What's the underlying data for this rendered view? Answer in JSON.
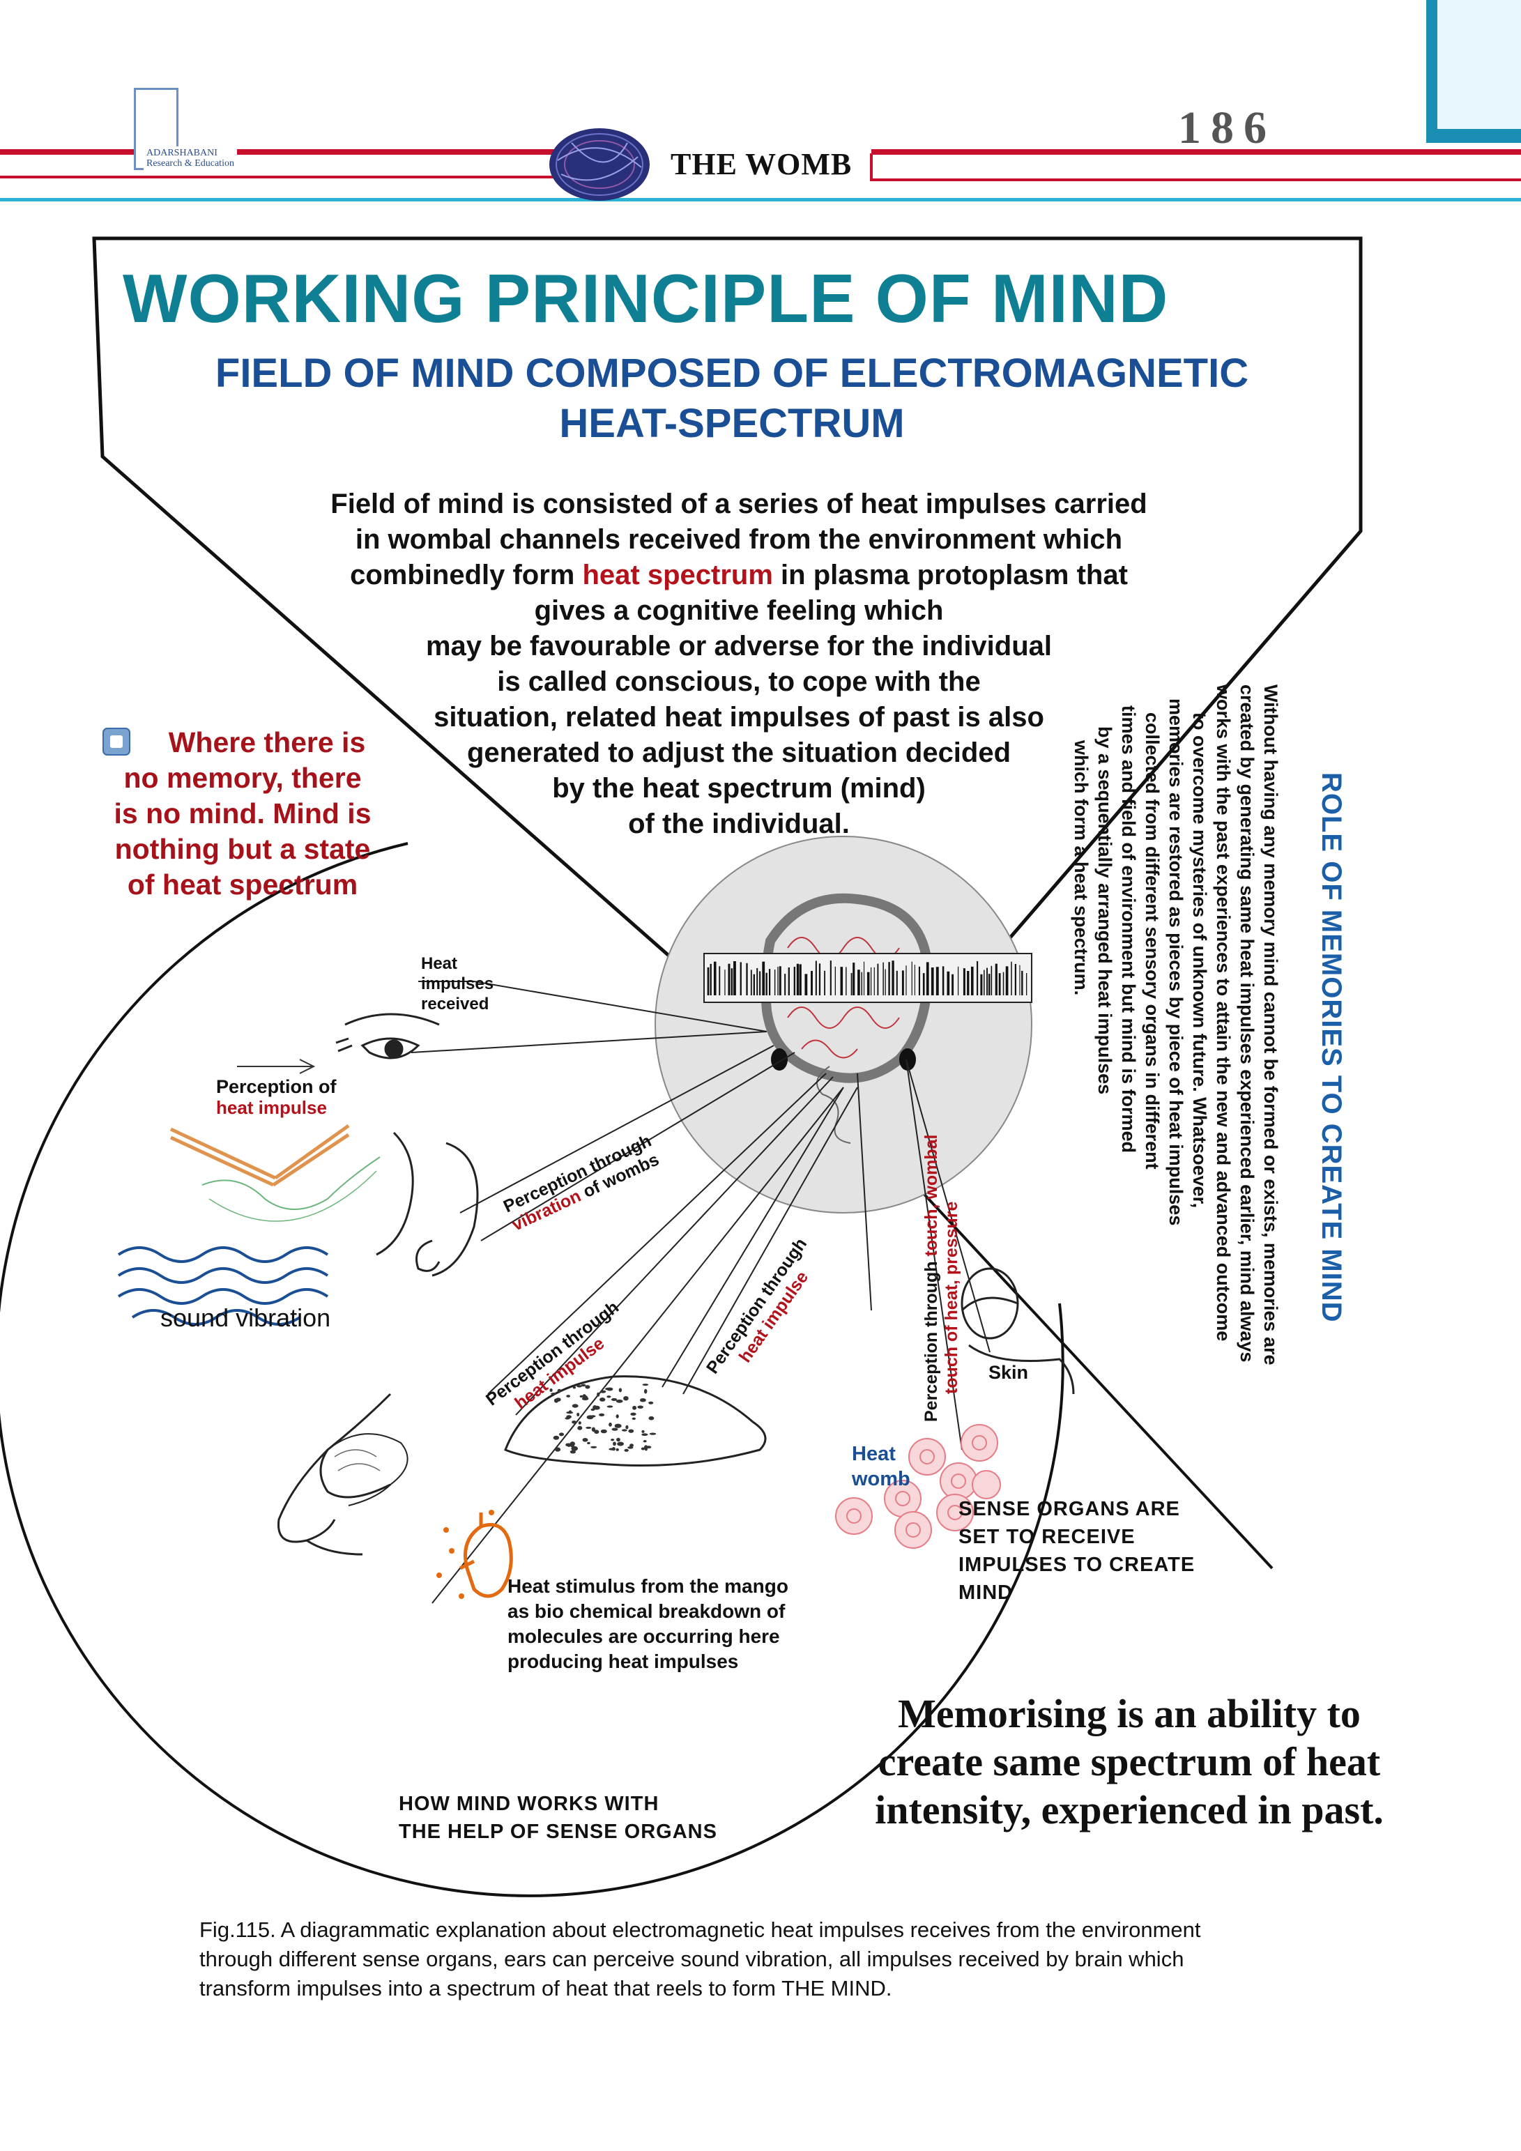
{
  "header": {
    "logo_line1": "ADARSHABANI",
    "logo_line2": "Research & Education",
    "title": "THE WOMB",
    "page_number": "186"
  },
  "main_title": "WORKING PRINCIPLE OF MIND",
  "subtitle_line1": "FIELD OF MIND COMPOSED OF ELECTROMAGNETIC",
  "subtitle_line2": "HEAT-SPECTRUM",
  "body": {
    "line1": "Field of mind is consisted of a series of heat impulses carried",
    "line2": "in wombal channels received from the environment which",
    "line3_pre": "combinedly form ",
    "line3_red": "heat spectrum",
    "line3_post": " in plasma protoplasm that",
    "line4": "gives a cognitive feeling which",
    "line5": "may be favourable or adverse for the individual",
    "line6": "is called conscious, to cope with the",
    "line7": "situation, related heat impulses of past is also",
    "line8": "generated to adjust the situation decided",
    "line9": "by the heat spectrum (mind)",
    "line10": "of the individual."
  },
  "left_note": {
    "line1": "Where there is",
    "line2": "no memory, there",
    "line3": "is no mind. Mind is",
    "line4": "nothing but a state",
    "line5": "of heat spectrum"
  },
  "diagram": {
    "heat_impulses_l1": "Heat",
    "heat_impulses_l2": "impulses",
    "heat_impulses_l3": "received",
    "perception_heat_l1": "Perception of",
    "perception_heat_l2": "heat impulse",
    "vibration_black1": "Perception through",
    "vibration_red": "vibration",
    "vibration_black2": " of wombs",
    "nose_black": "Perception through",
    "nose_red": "heat impulse",
    "tongue_black": "Perception through",
    "tongue_red": "heat impulse",
    "touch_black": "Perception through ",
    "touch_red1": "touch, wombal",
    "touch_red2": "touch of heat, pressure",
    "skin": "Skin",
    "heat_womb_l1": "Heat",
    "heat_womb_l2": "womb",
    "sound_vibration": "sound vibration",
    "mango_l1": "Heat stimulus from the mango",
    "mango_l2": "as bio chemical breakdown of",
    "mango_l3": "molecules are occurring here",
    "mango_l4": "producing heat impulses"
  },
  "role": {
    "title": "ROLE OF MEMORIES TO CREATE MIND",
    "lines": [
      "Without having any memory mind cannot be formed or exists, memories are",
      "created by generating same heat impulses experienced earlier, mind always",
      "works with the past experiences to attain the new and advanced outcome",
      "to overcome mysteries of unknown future. Whatsoever,",
      "memories are restored as pieces by piece of heat impulses",
      "collected  from different sensory organs in different",
      "times and field of environment but mind is formed",
      "by  a sequentially arranged heat impulses",
      "which form a heat spectrum."
    ]
  },
  "sense_organs": {
    "line1": "SENSE ORGANS ARE",
    "line2": "SET TO RECEIVE",
    "line3": "IMPULSES TO CREATE",
    "line4": "MIND"
  },
  "how_mind": {
    "line1": "HOW MIND WORKS WITH",
    "line2": "THE HELP OF SENSE ORGANS"
  },
  "memorising": {
    "line1": "Memorising is an ability to",
    "line2": "create same spectrum of heat",
    "line3": "intensity, experienced in past."
  },
  "caption": {
    "line1": "Fig.115. A diagrammatic explanation about electromagnetic heat impulses receives from the environment",
    "line2": "through different sense organs, ears can perceive sound vibration, all impulses received by brain which",
    "line3": "transform impulses into a spectrum of heat that reels to form THE MIND."
  },
  "colors": {
    "title_teal": "#0f7f93",
    "subtitle_blue": "#1a4f95",
    "accent_red": "#b3121b",
    "header_red": "#c8102e",
    "header_cyan": "#2bb3d6"
  }
}
